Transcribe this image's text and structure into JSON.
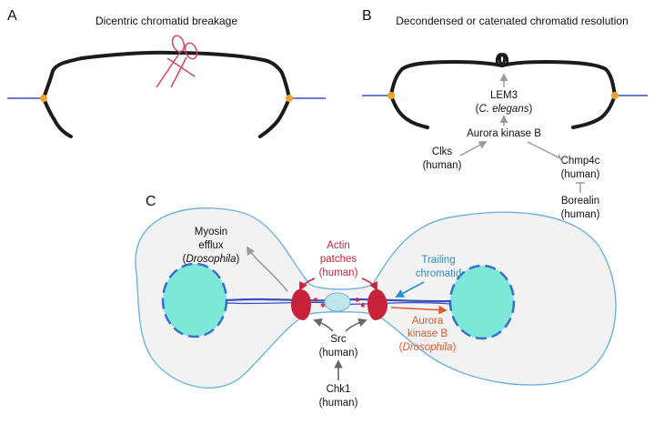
{
  "panels": {
    "A": {
      "letter": "A",
      "title": "Dicentric chromatid breakage"
    },
    "B": {
      "letter": "B",
      "title": "Decondensed or catenated chromatid resolution",
      "labels": {
        "lem3_line1": "LEM3",
        "lem3_line2_pre": "(",
        "lem3_line2_ital": "C. elegans",
        "lem3_line2_post": ")",
        "aurora": "Aurora kinase B",
        "clks_line1": "Clks",
        "clks_line2": "(human)",
        "chmp_line1": "Chmp4c",
        "chmp_line2": "(human)",
        "borealin_line1": "Borealin",
        "borealin_line2": "(human)"
      }
    },
    "C": {
      "letter": "C",
      "labels": {
        "myosin_line1": "Myosin",
        "myosin_line2": "efflux",
        "myosin_line3_pre": "(",
        "myosin_line3_ital": "Drosophila",
        "myosin_line3_post": ")",
        "actin_line1": "Actin",
        "actin_line2": "patches",
        "actin_line3": "(human)",
        "trailing_line1": "Trailing",
        "trailing_line2": "chromatid",
        "aurora_line1": "Aurora",
        "aurora_line2": "kinase B",
        "aurora_line3_pre": "(",
        "aurora_line3_ital": "Drosophila",
        "aurora_line3_post": ")",
        "src_line1": "Src",
        "src_line2": "(human)",
        "chk1_line1": "Chk1",
        "chk1_line2": "(human)"
      }
    }
  },
  "colors": {
    "chromatid": "#1b1b1b",
    "blue_line": "#3a4fc0",
    "centromere": "#f2a22a",
    "scissors": "#d2455f",
    "gray_arrow": "#9a9a9a",
    "cell_fill": "#f2f2f2",
    "cell_outline": "#6fb3de",
    "nucleus_fill": "#7de8d8",
    "nucleus_dash": "#3a6fd0",
    "actin_red": "#c8223a",
    "trailing_blue": "#2a8fd0",
    "aurora_orange": "#e0582a",
    "bridge_fill": "#bfe6ea"
  }
}
